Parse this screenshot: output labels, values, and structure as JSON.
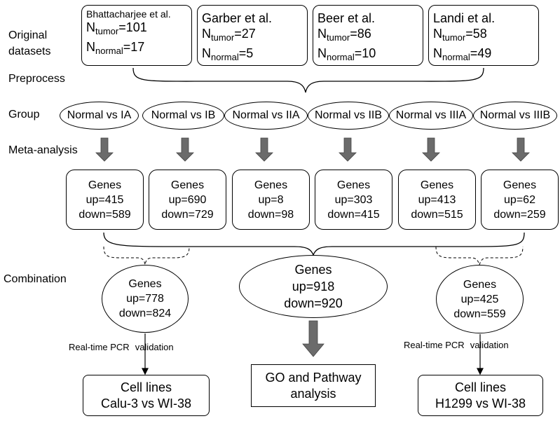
{
  "stages": {
    "original": "Original\ndatasets",
    "preprocess": "Preprocess",
    "group": "Group",
    "meta": "Meta-analysis",
    "combination": "Combination"
  },
  "datasets": [
    {
      "name": "Bhattacharjee et al.",
      "tumor_sub": "tumor",
      "tumor": "=101",
      "normal_sub": "normal",
      "normal": "=17"
    },
    {
      "name": "Garber et al.",
      "tumor_sub": "tumor",
      "tumor": "=27",
      "normal_sub": "normal",
      "normal": "=5"
    },
    {
      "name": "Beer et al.",
      "tumor_sub": "tumor",
      "tumor": "=86",
      "normal_sub": "normal",
      "normal": "=10"
    },
    {
      "name": "Landi et al.",
      "tumor_sub": "tumor",
      "tumor": "=58",
      "normal_sub": "normal",
      "normal": "=49"
    }
  ],
  "n_symbol": "N",
  "groups": [
    "Normal vs IA",
    "Normal vs IB",
    "Normal vs IIA",
    "Normal vs IIB",
    "Normal vs IIIA",
    "Normal vs IIIB"
  ],
  "gene_sets": [
    {
      "title": "Genes",
      "up": "up=415",
      "down": "down=589"
    },
    {
      "title": "Genes",
      "up": "up=690",
      "down": "down=729"
    },
    {
      "title": "Genes",
      "up": "up=8",
      "down": "down=98"
    },
    {
      "title": "Genes",
      "up": "up=303",
      "down": "down=415"
    },
    {
      "title": "Genes",
      "up": "up=413",
      "down": "down=515"
    },
    {
      "title": "Genes",
      "up": "up=62",
      "down": "down=259"
    }
  ],
  "combinations": {
    "left": {
      "title": "Genes",
      "up": "up=778",
      "down": "down=824"
    },
    "center": {
      "title": "Genes",
      "up": "up=918",
      "down": "down=920"
    },
    "right": {
      "title": "Genes",
      "up": "up=425",
      "down": "down=559"
    }
  },
  "validation": {
    "method": "Real-time PCR",
    "label": "validation"
  },
  "outputs": {
    "left": {
      "line1": "Cell lines",
      "line2": "Calu-3 vs WI-38"
    },
    "center": {
      "line1": "GO and Pathway",
      "line2": "analysis"
    },
    "right": {
      "line1": "Cell lines",
      "line2": "H1299 vs WI-38"
    }
  },
  "colors": {
    "arrow_fill": "#6b6b6b",
    "line": "#000000"
  }
}
